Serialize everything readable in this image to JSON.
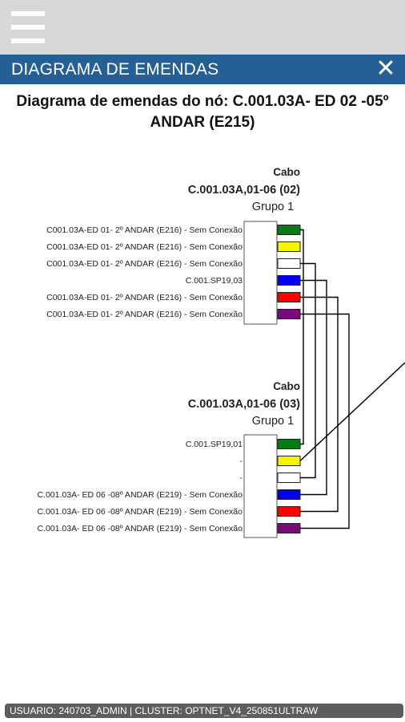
{
  "header": {
    "menu_icon": "hamburger-menu-icon"
  },
  "titlebar": {
    "title": "DIAGRAMA DE EMENDAS",
    "close_icon": "close-icon",
    "close_glyph": "✕"
  },
  "heading": {
    "line1": "Diagrama de emendas do nó: C.001.03A- ED 02 -05º",
    "line2": "ANDAR (E215)"
  },
  "colors": {
    "titlebar": "#245f96",
    "green": "#0a7a16",
    "yellow": "#f5f500",
    "white": "#ffffff",
    "blue": "#0000f0",
    "red": "#ff0000",
    "purple": "#7a0a7a"
  },
  "cables": [
    {
      "cabo_label": "Cabo",
      "name": "C.001.03A,01-06 (02)",
      "group": "Grupo 1",
      "fibers": [
        {
          "label": "C001.03A-ED 01- 2º ANDAR (E216) - Sem Conexão",
          "color": "#0a7a16"
        },
        {
          "label": "C001.03A-ED 01- 2º ANDAR (E216) - Sem Conexão",
          "color": "#f5f500"
        },
        {
          "label": "C001.03A-ED 01- 2º ANDAR (E216) - Sem Conexão",
          "color": "#ffffff"
        },
        {
          "label": "C.001.SP19,03",
          "color": "#0000f0"
        },
        {
          "label": "C001.03A-ED 01- 2º ANDAR (E216) - Sem Conexão",
          "color": "#ff0000"
        },
        {
          "label": "C001.03A-ED 01- 2º ANDAR (E216) - Sem Conexão",
          "color": "#7a0a7a"
        }
      ]
    },
    {
      "cabo_label": "Cabo",
      "name": "C.001.03A,01-06 (03)",
      "group": "Grupo 1",
      "fibers": [
        {
          "label": "C.001.SP19,01",
          "color": "#0a7a16"
        },
        {
          "label": "-",
          "color": "#f5f500"
        },
        {
          "label": "-",
          "color": "#ffffff"
        },
        {
          "label": "C.001.03A- ED 06 -08º ANDAR (E219) - Sem Conexão",
          "color": "#0000f0"
        },
        {
          "label": "C.001.03A- ED 06 -08º ANDAR (E219) - Sem Conexão",
          "color": "#ff0000"
        },
        {
          "label": "C.001.03A- ED 06 -08º ANDAR (E219) - Sem Conexão",
          "color": "#7a0a7a"
        }
      ]
    }
  ],
  "footer": {
    "text": "USUARIO: 240703_ADMIN | CLUSTER: OPTNET_V4_250851ULTRAW"
  }
}
